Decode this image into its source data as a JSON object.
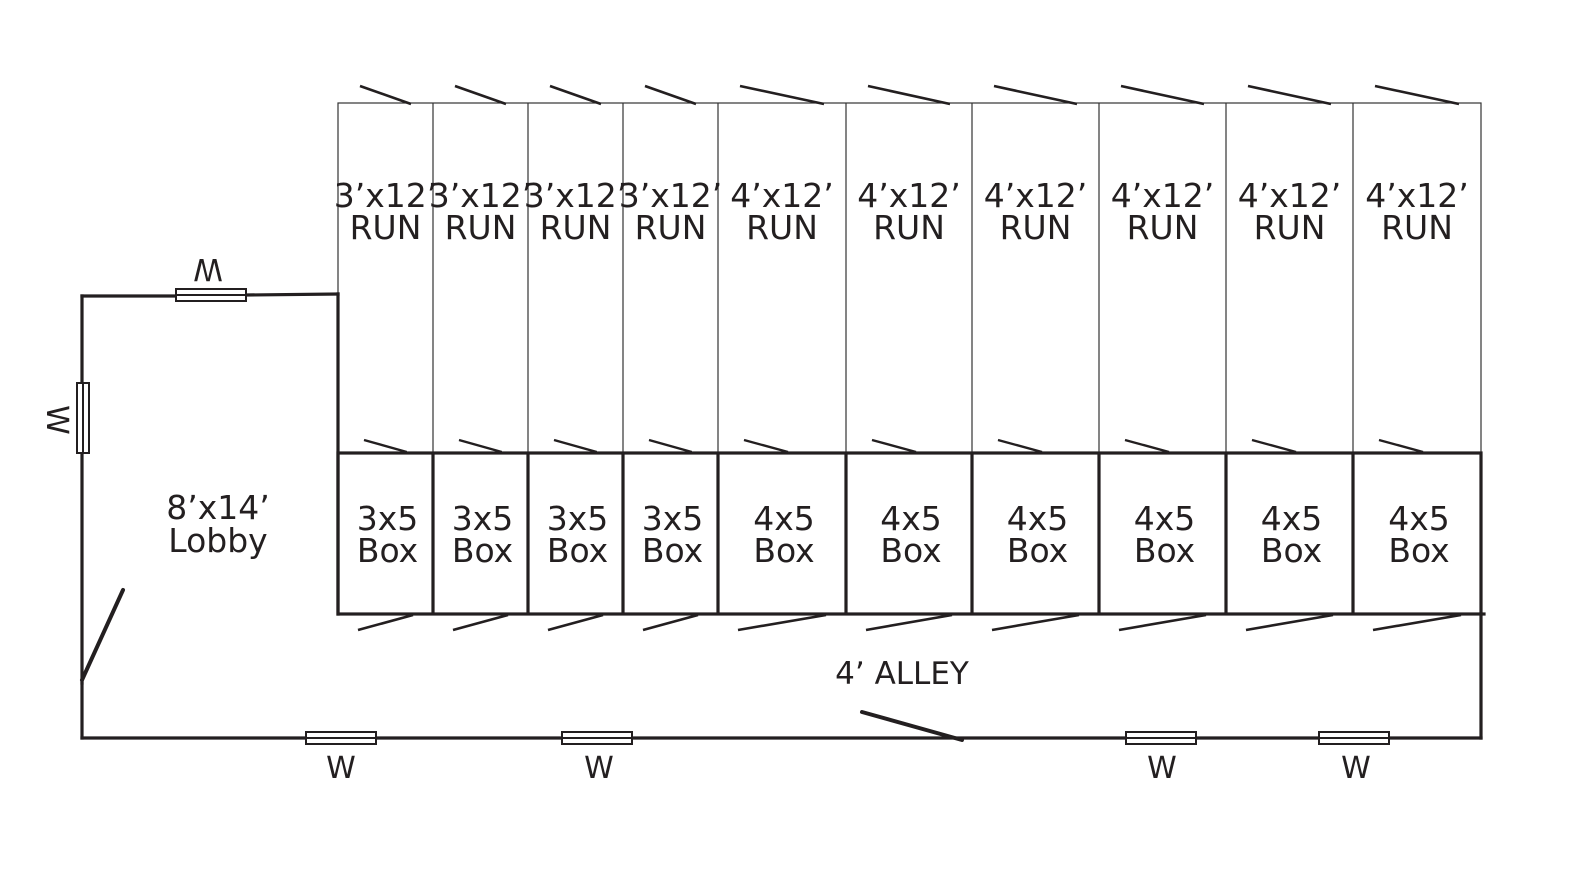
{
  "colors": {
    "line": "#231f20",
    "thin": "#333333",
    "background": "#ffffff"
  },
  "runs": [
    {
      "line1": "3’x12’",
      "line2": "RUN"
    },
    {
      "line1": "3’x12’",
      "line2": "RUN"
    },
    {
      "line1": "3’x12’",
      "line2": "RUN"
    },
    {
      "line1": "3’x12’",
      "line2": "RUN"
    },
    {
      "line1": "4’x12’",
      "line2": "RUN"
    },
    {
      "line1": "4’x12’",
      "line2": "RUN"
    },
    {
      "line1": "4’x12’",
      "line2": "RUN"
    },
    {
      "line1": "4’x12’",
      "line2": "RUN"
    },
    {
      "line1": "4’x12’",
      "line2": "RUN"
    },
    {
      "line1": "4’x12’",
      "line2": "RUN"
    }
  ],
  "boxes": [
    {
      "line1": "3x5",
      "line2": "Box"
    },
    {
      "line1": "3x5",
      "line2": "Box"
    },
    {
      "line1": "3x5",
      "line2": "Box"
    },
    {
      "line1": "3x5",
      "line2": "Box"
    },
    {
      "line1": "4x5",
      "line2": "Box"
    },
    {
      "line1": "4x5",
      "line2": "Box"
    },
    {
      "line1": "4x5",
      "line2": "Box"
    },
    {
      "line1": "4x5",
      "line2": "Box"
    },
    {
      "line1": "4x5",
      "line2": "Box"
    },
    {
      "line1": "4x5",
      "line2": "Box"
    }
  ],
  "lobby": {
    "line1": "8’x14’",
    "line2": "Lobby"
  },
  "alley": {
    "label": "4’ ALLEY"
  },
  "windows": {
    "lobby_top": "W",
    "lobby_left": "W",
    "bottom_1": "W",
    "bottom_2": "W",
    "bottom_3": "W",
    "bottom_4": "W"
  }
}
